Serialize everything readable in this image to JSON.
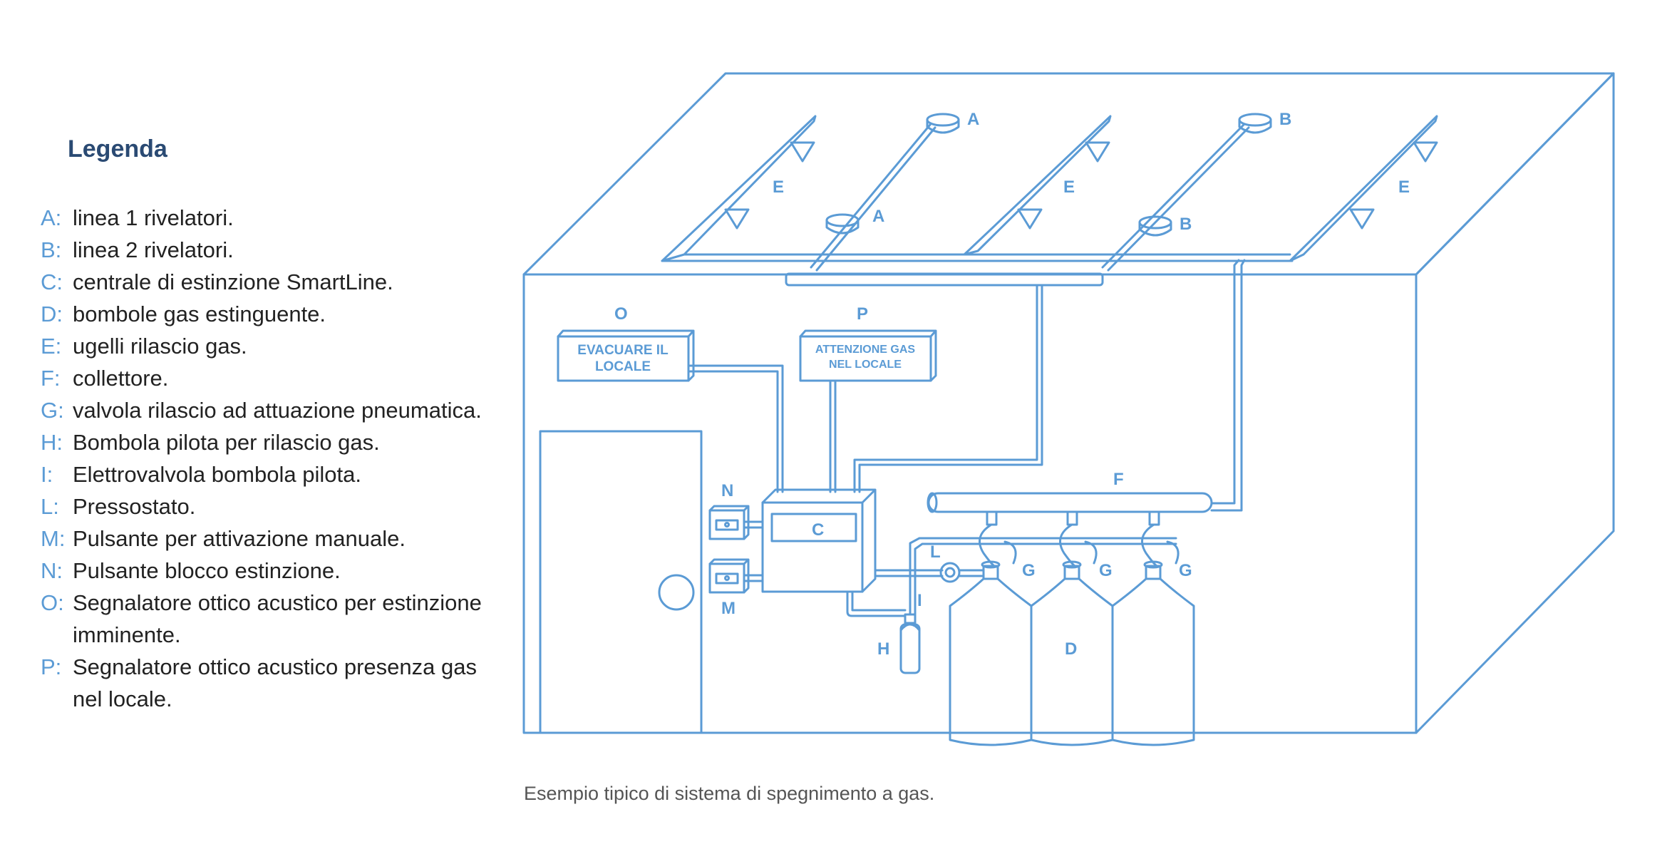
{
  "legend": {
    "title": "Legenda",
    "items": [
      {
        "key": "A:",
        "text": "linea 1 rivelatori."
      },
      {
        "key": "B:",
        "text": "linea 2 rivelatori."
      },
      {
        "key": "C:",
        "text": "centrale di estinzione SmartLine."
      },
      {
        "key": "D:",
        "text": "bombole gas estinguente."
      },
      {
        "key": "E:",
        "text": "ugelli rilascio gas."
      },
      {
        "key": "F:",
        "text": "collettore."
      },
      {
        "key": "G:",
        "text": "valvola rilascio ad attuazione pneumatica."
      },
      {
        "key": "H:",
        "text": "Bombola pilota per rilascio gas."
      },
      {
        "key": "I:",
        "text": "Elettrovalvola bombola pilota."
      },
      {
        "key": "L:",
        "text": "Pressostato."
      },
      {
        "key": "M:",
        "text": "Pulsante per attivazione manuale."
      },
      {
        "key": "N:",
        "text": "Pulsante blocco estinzione."
      },
      {
        "key": "O:",
        "text": "Segnalatore ottico acustico per estinzione imminente."
      },
      {
        "key": "P:",
        "text": "Segnalatore ottico acustico presenza gas nel locale."
      }
    ]
  },
  "diagram": {
    "labels": {
      "a": "A",
      "b": "B",
      "c": "C",
      "d": "D",
      "e": "E",
      "f": "F",
      "g": "G",
      "h": "H",
      "i": "I",
      "l": "L",
      "m": "M",
      "n": "N",
      "o": "O",
      "p": "P"
    },
    "sign_o": [
      "EVACUARE IL",
      "LOCALE"
    ],
    "sign_p": [
      "ATTENZIONE GAS",
      "NEL LOCALE"
    ]
  },
  "caption": "Esempio tipico di sistema di spegnimento a gas.",
  "colors": {
    "line": "#5b9bd5",
    "title": "#2a4a73",
    "text": "#222222"
  }
}
